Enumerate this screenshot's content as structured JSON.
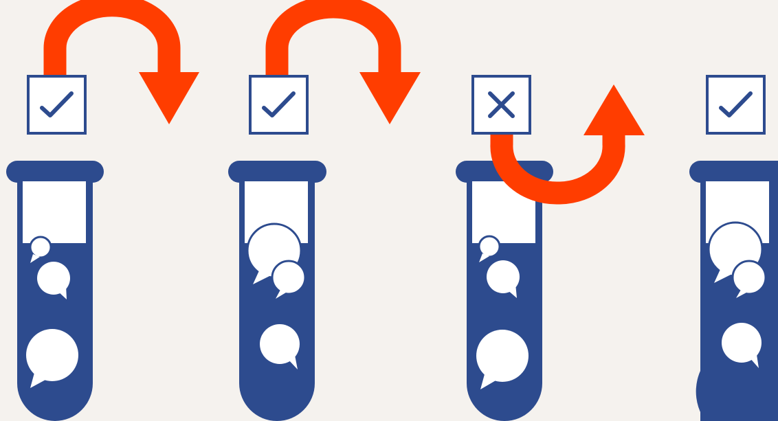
{
  "colors": {
    "background": "#f5f2ee",
    "tube": "#2d4b8e",
    "arrow": "#ff3d00",
    "checkbox_fill": "#ffffff",
    "bubble": "#ffffff"
  },
  "steps": [
    {
      "status": "pass",
      "status_icon": "check-icon",
      "arrow_after": "forward-down"
    },
    {
      "status": "pass",
      "status_icon": "check-icon",
      "arrow_after": "forward-down"
    },
    {
      "status": "fail",
      "status_icon": "cross-icon",
      "arrow_after": "forward-up"
    },
    {
      "status": "pass",
      "status_icon": "check-icon",
      "arrow_after": "none"
    }
  ]
}
